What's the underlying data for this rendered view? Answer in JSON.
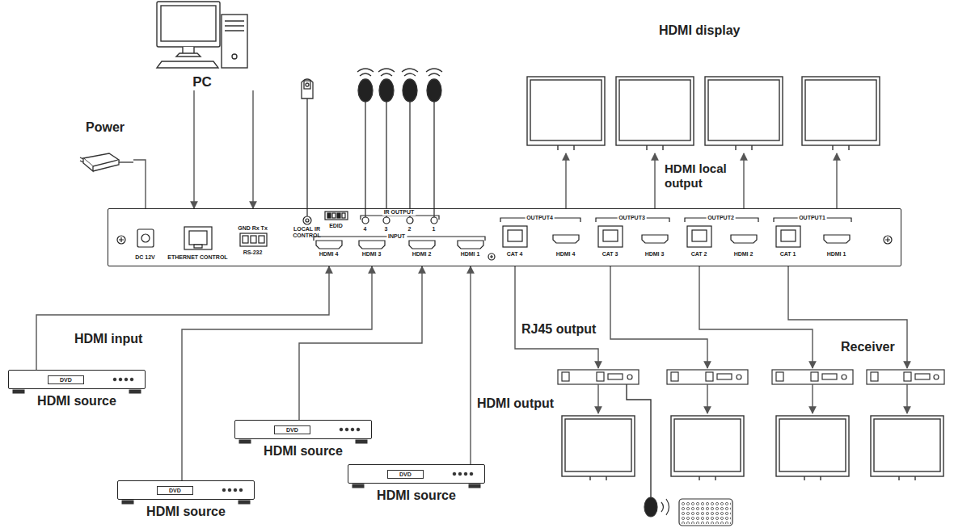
{
  "diagram": {
    "nodes": [
      {
        "text": [
          "PC"
        ]
      },
      {
        "text": [
          "Power"
        ]
      },
      {
        "text": [
          "DC 12V",
          "ETHERNET CONTROL",
          "GND Rx Tx",
          "RS-232",
          "LOCAL IR CONTROL",
          "EDID",
          "IR OUTPUT",
          "4",
          "3",
          "2",
          "1",
          "HDMI 4",
          "HDMI 3",
          "HDMI 2",
          "HDMI 1",
          "INPUT",
          "CAT 4",
          "HDMI 4",
          "OUTPUT4",
          "CAT 3",
          "HDMI 3",
          "OUTPUT3",
          "CAT 2",
          "HDMI 2",
          "OUTPUT2",
          "CAT 1",
          "HDMI 1",
          "OUTPUT1"
        ]
      },
      {
        "text": [
          "DVD",
          "HDMI source"
        ]
      },
      {
        "text": [
          "DVD",
          "HDMI source"
        ]
      },
      {
        "text": [
          "DVD",
          "HDMI source"
        ]
      },
      {
        "text": [
          "DVD",
          "HDMI source"
        ]
      }
    ],
    "edges": [
      {
        "from": 0,
        "to": 2,
        "arrow": "to"
      },
      {
        "from": 0,
        "to": 2,
        "arrow": "to"
      },
      {
        "from": 1,
        "to": 2,
        "arrow": "none"
      },
      {
        "from": 3,
        "to": 2,
        "arrow": "to"
      },
      {
        "from": 4,
        "to": 2,
        "arrow": "to"
      },
      {
        "from": 5,
        "to": 2,
        "arrow": "to"
      },
      {
        "from": 6,
        "to": 2,
        "arrow": "to"
      }
    ],
    "labels": [
      "HDMI display",
      "HDMI local output",
      "HDMI input",
      "RJ45 output",
      "HDMI output",
      "Receiver"
    ]
  }
}
